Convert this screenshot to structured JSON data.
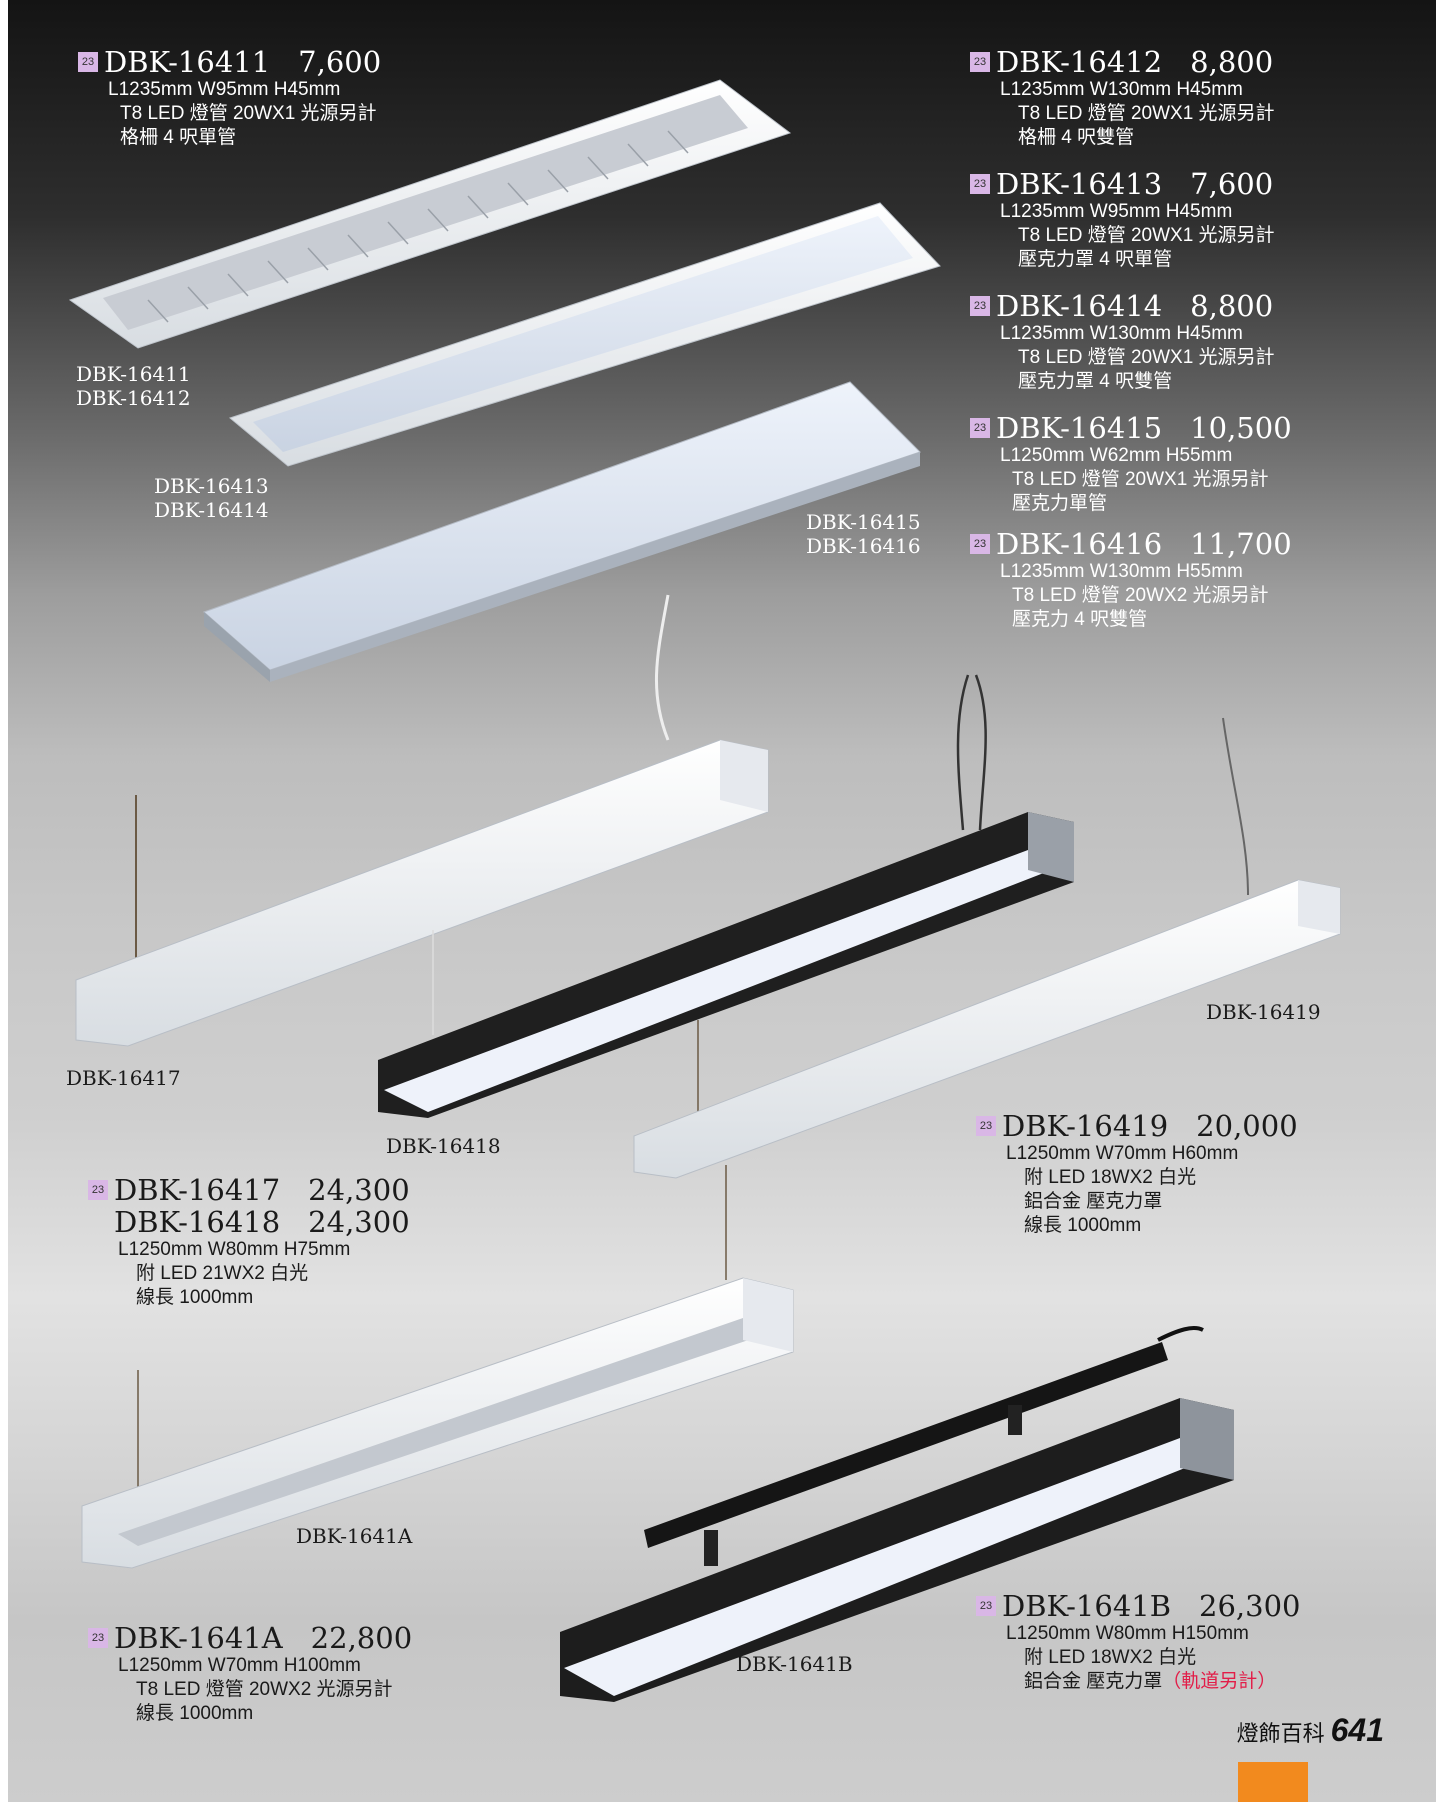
{
  "products": {
    "p16411": {
      "badge": "23",
      "model": "DBK-16411",
      "price": "7,600",
      "lines": [
        "L1235mm  W95mm  H45mm",
        "T8 LED 燈管 20WX1  光源另計",
        "格柵 4 呎單管"
      ]
    },
    "p16412": {
      "badge": "23",
      "model": "DBK-16412",
      "price": "8,800",
      "lines": [
        "L1235mm  W130mm  H45mm",
        "T8 LED 燈管 20WX1  光源另計",
        "格柵 4 呎雙管"
      ]
    },
    "p16413": {
      "badge": "23",
      "model": "DBK-16413",
      "price": "7,600",
      "lines": [
        "L1235mm  W95mm  H45mm",
        "T8 LED 燈管 20WX1  光源另計",
        "壓克力罩 4 呎單管"
      ]
    },
    "p16414": {
      "badge": "23",
      "model": "DBK-16414",
      "price": "8,800",
      "lines": [
        "L1235mm  W130mm  H45mm",
        "T8 LED 燈管 20WX1  光源另計",
        "壓克力罩 4 呎雙管"
      ]
    },
    "p16415": {
      "badge": "23",
      "model": "DBK-16415",
      "price": "10,500",
      "lines": [
        "L1250mm  W62mm  H55mm",
        "T8 LED 燈管 20WX1  光源另計",
        "壓克力單管"
      ]
    },
    "p16416": {
      "badge": "23",
      "model": "DBK-16416",
      "price": "11,700",
      "lines": [
        "L1235mm  W130mm  H55mm",
        "T8 LED 燈管 20WX2  光源另計",
        "壓克力 4 呎雙管"
      ]
    },
    "p16419": {
      "badge": "23",
      "model": "DBK-16419",
      "price": "20,000",
      "lines": [
        "L1250mm  W70mm  H60mm",
        "附 LED 18WX2 白光",
        "鋁合金  壓克力罩",
        "線長 1000mm"
      ]
    },
    "p16417": {
      "badge": "23",
      "model": "DBK-16417",
      "price": "24,300",
      "model2": "DBK-16418",
      "price2": "24,300",
      "lines": [
        "L1250mm  W80mm  H75mm",
        "附 LED 21WX2 白光",
        "線長 1000mm"
      ]
    },
    "p1641A": {
      "badge": "23",
      "model": "DBK-1641A",
      "price": "22,800",
      "lines": [
        "L1250mm  W70mm  H100mm",
        "T8 LED 燈管 20WX2  光源另計",
        "線長 1000mm"
      ]
    },
    "p1641B": {
      "badge": "23",
      "model": "DBK-1641B",
      "price": "26,300",
      "lines": [
        "L1250mm  W80mm  H150mm",
        "附 LED 18WX2 白光",
        "鋁合金  壓克力罩"
      ],
      "note": "（軌道另計）"
    }
  },
  "labels": {
    "l16411": "DBK-16411",
    "l16412": "DBK-16412",
    "l16413": "DBK-16413",
    "l16414": "DBK-16414",
    "l16415": "DBK-16415",
    "l16416": "DBK-16416",
    "l16417": "DBK-16417",
    "l16418": "DBK-16418",
    "l16419": "DBK-16419",
    "l1641A": "DBK-1641A",
    "l1641B": "DBK-1641B"
  },
  "footer": {
    "category": "燈飾百科",
    "page": "641"
  }
}
